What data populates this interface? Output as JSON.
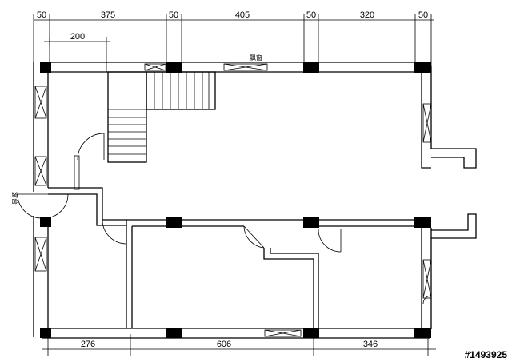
{
  "dimensions": {
    "top": [
      "50",
      "375",
      "50",
      "405",
      "50",
      "320",
      "50"
    ],
    "top_inner": "200",
    "bottom": [
      "276",
      "606",
      "346"
    ]
  },
  "labels": {
    "top_window": "飘窗",
    "left_side": "露台"
  },
  "watermark": "#1493925"
}
